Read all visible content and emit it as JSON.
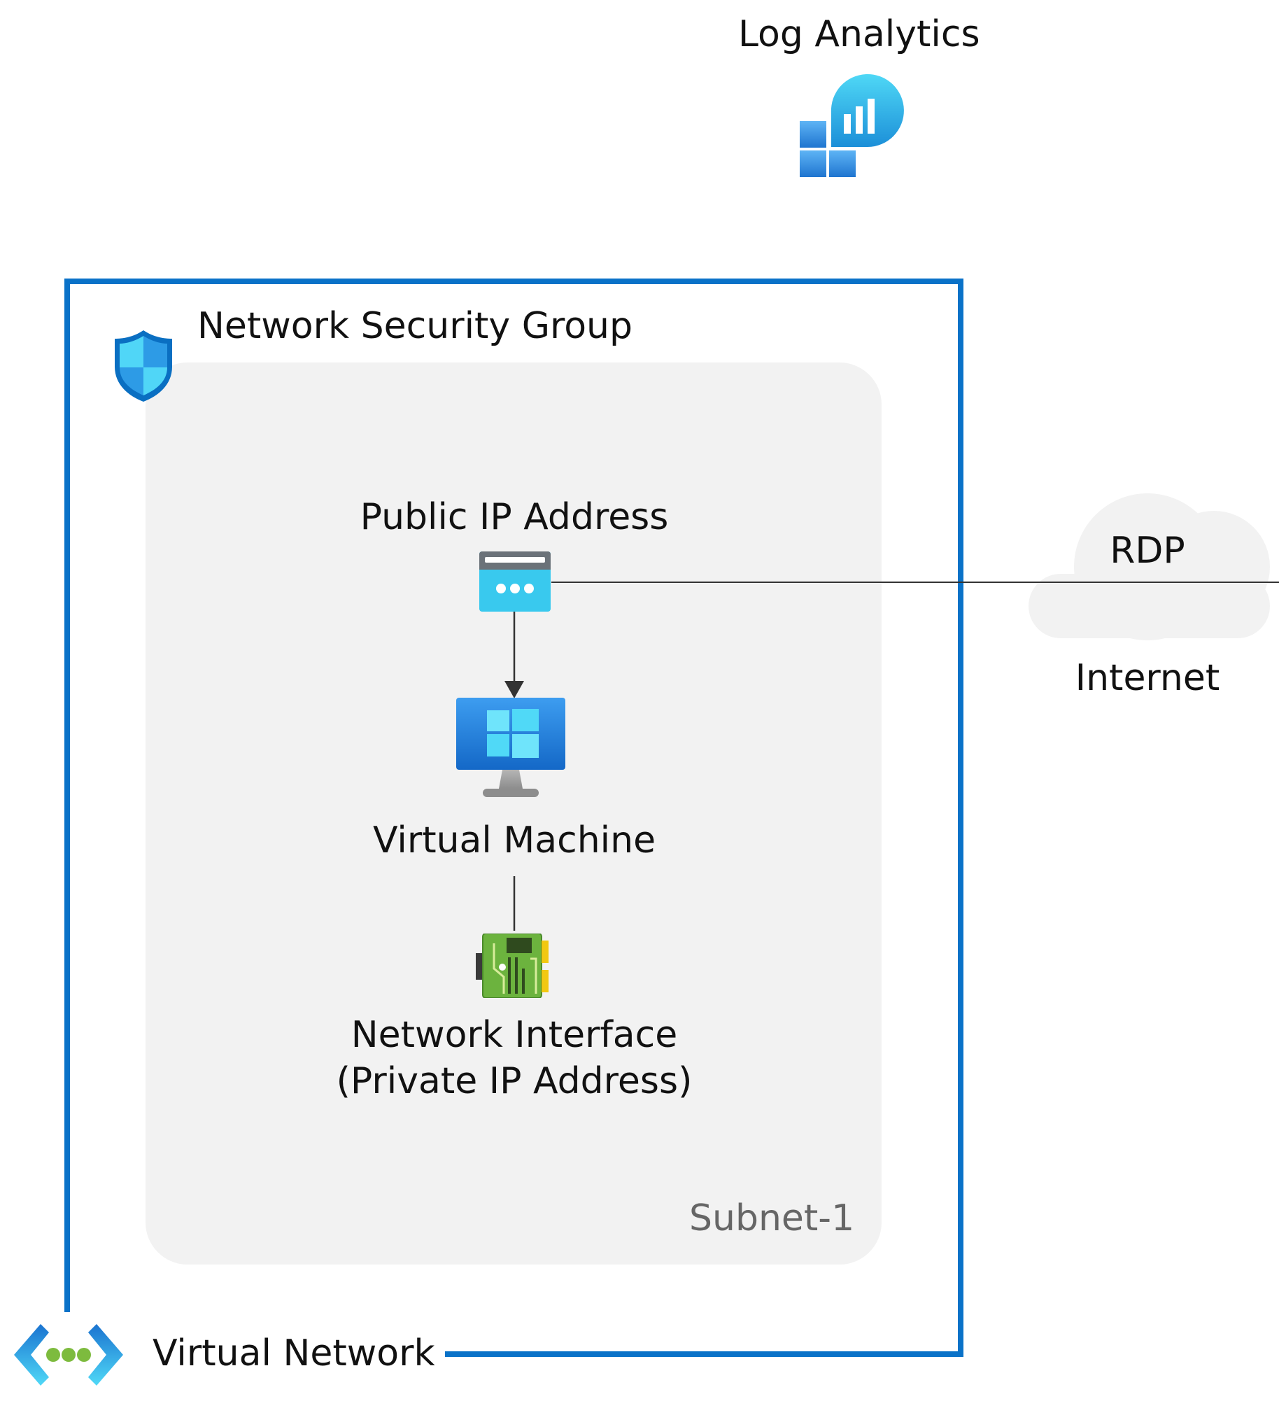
{
  "log_analytics": {
    "label": "Log Analytics",
    "icon": "log-analytics-icon"
  },
  "network_security_group": {
    "label": "Network Security Group",
    "icon": "shield-icon",
    "border_color": "#0a72c8"
  },
  "public_ip": {
    "label": "Public IP Address",
    "icon": "public-ip-icon"
  },
  "virtual_machine": {
    "label": "Virtual Machine",
    "icon": "windows-monitor-icon"
  },
  "network_interface": {
    "label_line1": "Network Interface",
    "label_line2": "(Private IP Address)",
    "icon": "network-card-icon"
  },
  "subnet": {
    "label": "Subnet-1",
    "background": "#f2f2f2"
  },
  "virtual_network": {
    "label": "Virtual Network",
    "icon": "virtual-network-icon"
  },
  "internet": {
    "cloud_label": "RDP",
    "label": "Internet",
    "icon": "cloud-icon"
  }
}
